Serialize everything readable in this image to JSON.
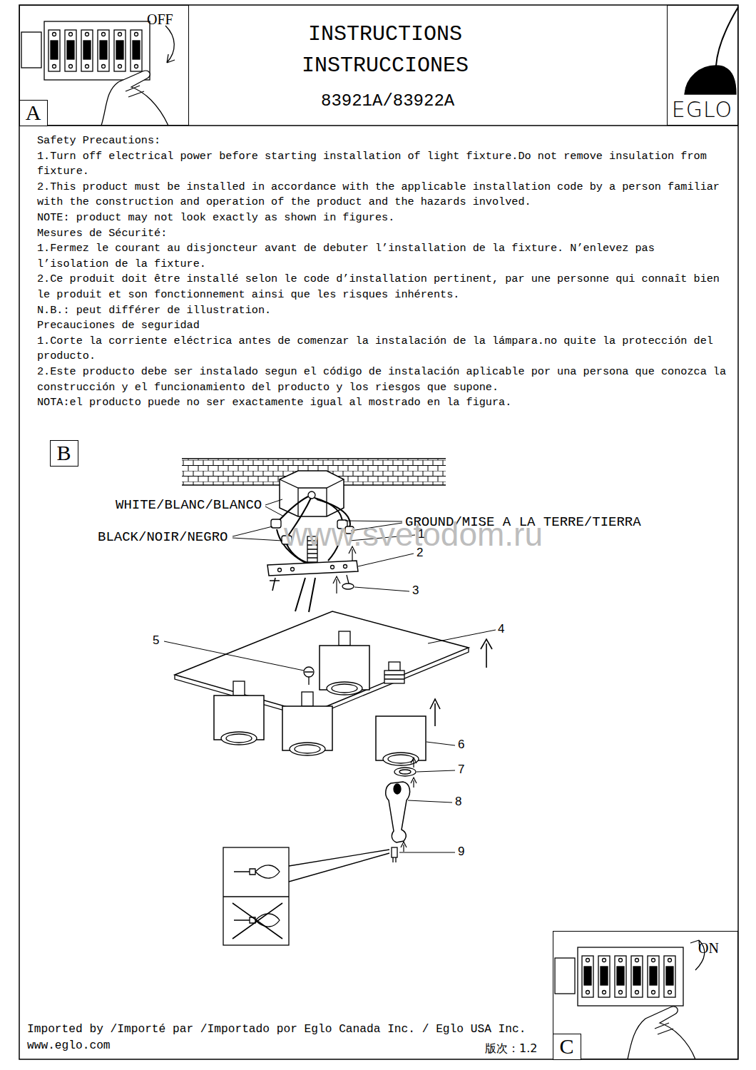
{
  "diagram": {
    "title": "INSTRUCTIONS INSTRUCCIONES",
    "nodes": [
      {
        "text": [
          "OFF",
          "A"
        ]
      },
      {
        "text": [
          "EGLO"
        ]
      },
      {
        "text": [
          "B"
        ]
      },
      {
        "text": [
          "ON",
          "C"
        ]
      }
    ],
    "labels": [
      "83921A/83922A",
      "Safety Precautions:",
      "1.Turn off electrical power before starting installation of light fixture.Do not remove insulation from fixture.",
      "2.This product must be installed in accordance with the applicable installation code by a person familiar with the construction and operation of the product and the hazards involved.",
      "NOTE: product may not look exactly as shown in figures.",
      "Mesures de Sécurité:",
      "1.Fermez le courant au disjoncteur avant de debuter l’installation de la fixture. N’enlevez pas l’isolation de la fixture.",
      "2.Ce produit doit être installé selon le code d’installation pertinent, par une personne qui connaît bien le produit et son fonctionnement ainsi que les risques inhérents.",
      "N.B.: peut différer de illustration.",
      "Precauciones de seguridad",
      "1.Corte la corriente eléctrica antes de comenzar la instalación de la lámpara.no quite la protección del producto.",
      "2.Este producto debe ser instalado segun el código de instalación aplicable por una persona que conozca la construcción y el funcionamiento del producto y los riesgos que supone.",
      "NOTA:el producto puede no ser exactamente igual al mostrado en la figura.",
      "WHITE/BLANC/BLANCO",
      "BLACK/NOIR/NEGRO",
      "GROUND/MISE A LA TERRE/TIERRA",
      "www.svetodom.ru",
      "1",
      "2",
      "3",
      "4",
      "5",
      "6",
      "7",
      "8",
      "9",
      "Imported by /Importé par /Importado por Eglo Canada Inc. / Eglo USA Inc.",
      "www.eglo.com",
      "版次：1.2"
    ]
  }
}
